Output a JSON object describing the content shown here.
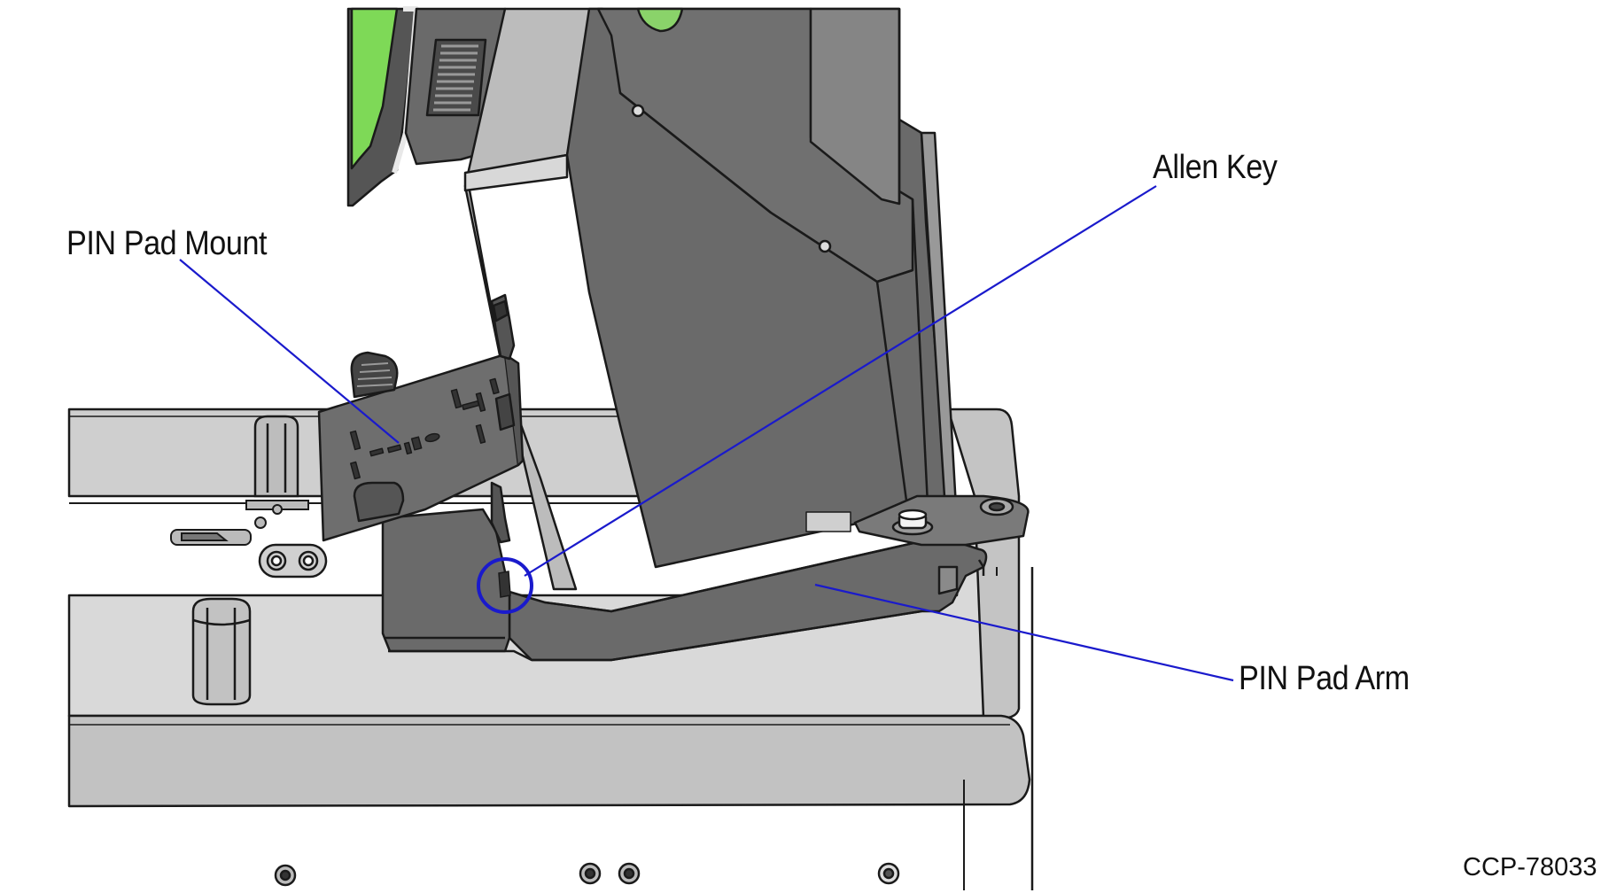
{
  "callouts": {
    "pin_pad_mount": "PIN Pad Mount",
    "allen_key": "Allen Key",
    "pin_pad_arm": "PIN Pad Arm"
  },
  "figure_id": "CCP-78033",
  "colors": {
    "leader_line": "#1a1acc",
    "highlight_circle": "#1a1acc",
    "screen_accent": "#7ed957",
    "dark_part": "#666666",
    "mid_part": "#8a8a8a",
    "light_part": "#b9b9b9",
    "base_surface": "#d6d6d6",
    "outline": "#1a1a1a"
  }
}
